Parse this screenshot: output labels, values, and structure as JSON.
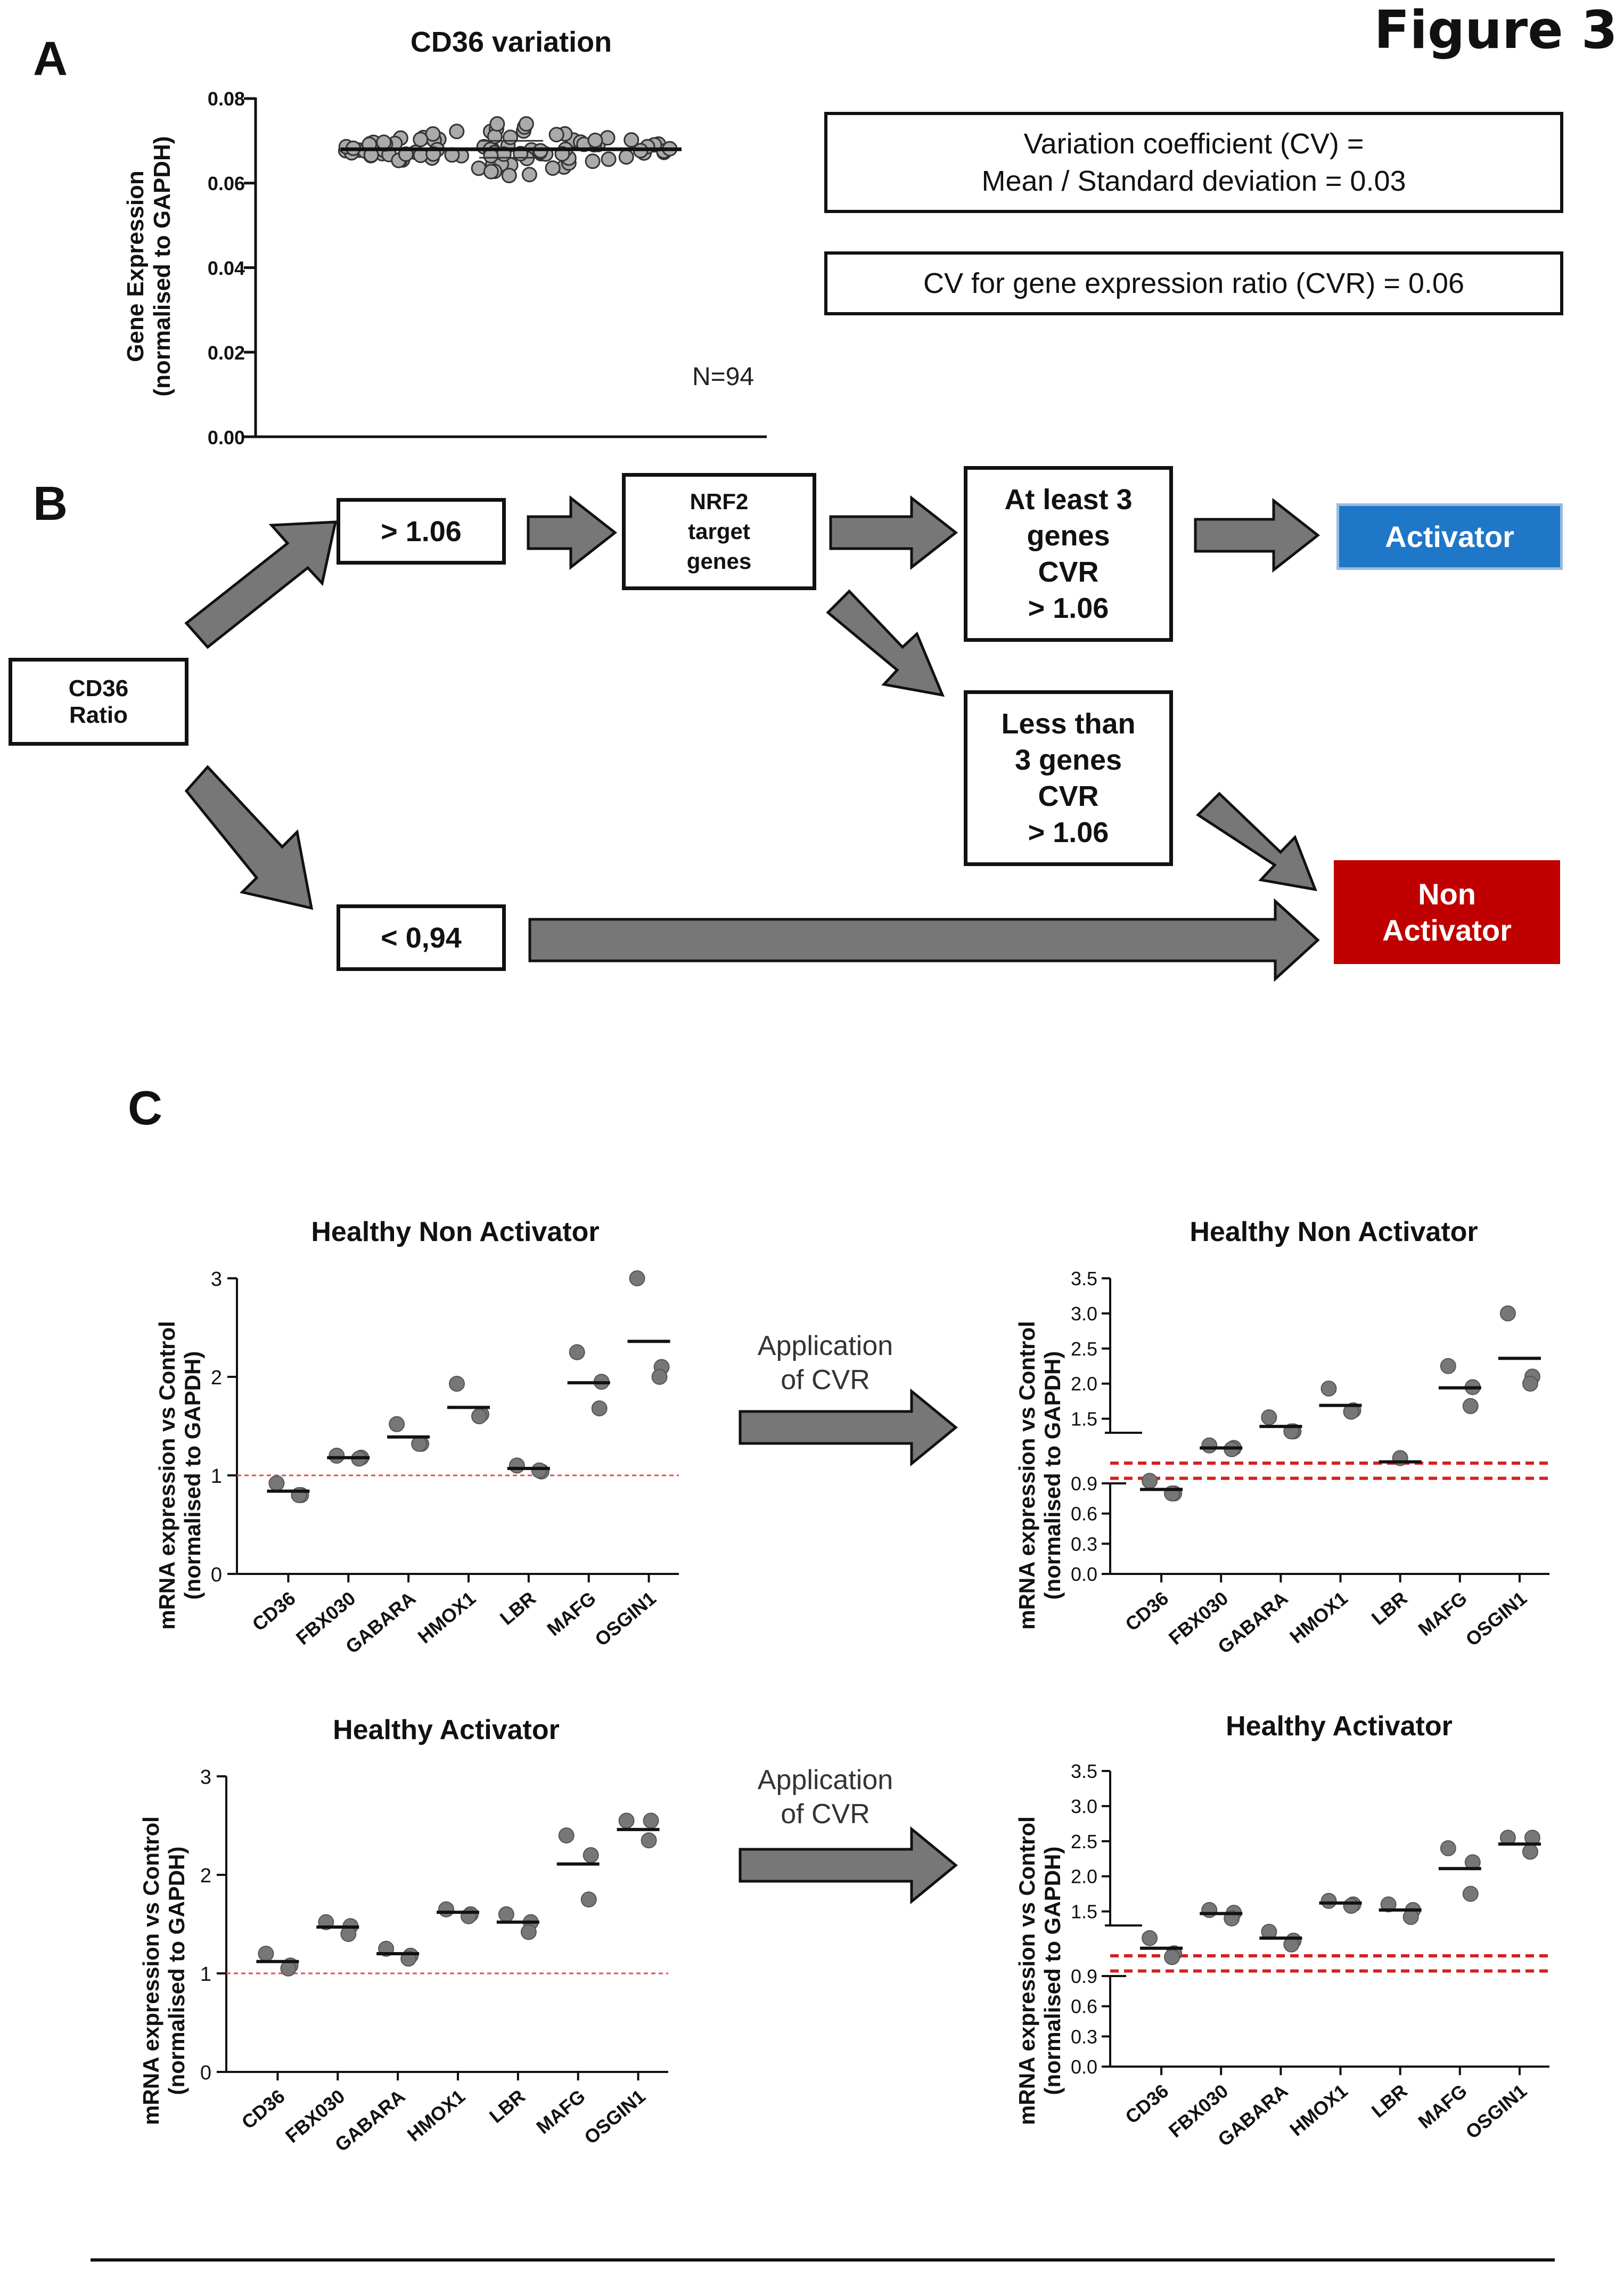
{
  "figure_label": "Figure 3",
  "panels": {
    "a": {
      "letter": "A",
      "title": "CD36 variation",
      "ylabel_line1": "Gene Expression",
      "ylabel_line2": "(normalised to GAPDH)",
      "yticks": [
        "0.08",
        "0.06",
        "0.04",
        "0.02",
        "0.00"
      ],
      "n_label": "N=94",
      "cv_line1": "Variation coefficient (CV) =",
      "cv_line2": "Mean / Standard deviation = 0.03",
      "cvr_text": "CV for gene expression ratio (CVR) = 0.06"
    },
    "b": {
      "letter": "B",
      "cd36_line1": "CD36",
      "cd36_line2": "Ratio",
      "gt": "> 1.06",
      "lt": "< 0,94",
      "nrf2_line1": "NRF2",
      "nrf2_line2": "target",
      "nrf2_line3": "genes",
      "atleast_line1": "At least 3",
      "atleast_line2": "genes",
      "atleast_line3": "CVR",
      "atleast_line4": "> 1.06",
      "less_line1": "Less than",
      "less_line2": "3 genes",
      "less_line3": "CVR",
      "less_line4": "> 1.06",
      "activator": "Activator",
      "non_line1": "Non",
      "non_line2": "Activator",
      "activator_color": "#1f77c8",
      "non_activator_color": "#c00000"
    },
    "c": {
      "letter": "C",
      "ylabel_line1": "mRNA expression vs Control",
      "ylabel_line2": "(normalised to GAPDH)",
      "arrow_text_line1": "Application",
      "arrow_text_line2": "of  CVR"
    }
  },
  "chart_data": [
    {
      "type": "scatter",
      "title": "CD36 variation",
      "ylabel": "Gene Expression (normalised to GAPDH)",
      "ylim": [
        0,
        0.08
      ],
      "yticks": [
        0,
        0.02,
        0.04,
        0.06,
        0.08
      ],
      "mean": 0.068,
      "n": 94,
      "points_range": [
        0.06,
        0.074
      ]
    },
    {
      "type": "scatter",
      "title": "Healthy Non Activator",
      "ylabel": "mRNA expression vs Control (normalised to GAPDH)",
      "categories": [
        "CD36",
        "FBX030",
        "GABARA",
        "HMOX1",
        "LBR",
        "MAFG",
        "OSGIN1"
      ],
      "ylim": [
        0,
        3
      ],
      "yticks": [
        0,
        1,
        2,
        3
      ],
      "reference_line": 1,
      "points": [
        [
          0.92,
          0.8,
          0.8
        ],
        [
          1.2,
          1.18,
          1.17
        ],
        [
          1.52,
          1.32,
          1.32
        ],
        [
          1.93,
          1.62,
          1.6
        ],
        [
          1.1,
          1.04,
          1.05
        ],
        [
          2.25,
          1.95,
          1.68
        ],
        [
          3.0,
          2.1,
          2.0
        ]
      ],
      "means": [
        0.84,
        1.18,
        1.39,
        1.69,
        1.07,
        1.94,
        2.36
      ]
    },
    {
      "type": "scatter",
      "title": "Healthy Non Activator",
      "ylabel": "mRNA expression vs Control (normalised to GAPDH)",
      "categories": [
        "CD36",
        "FBX030",
        "GABARA",
        "HMOX1",
        "LBR",
        "MAFG",
        "OSGIN1"
      ],
      "ylim": [
        0,
        3.5
      ],
      "yticks": [
        0,
        0.3,
        0.6,
        0.9,
        1.5,
        2.0,
        2.5,
        3.0,
        3.5
      ],
      "axis_break": [
        0.9,
        1.3
      ],
      "reference_lines": [
        0.94,
        1.06
      ],
      "points": [
        [
          0.92,
          0.8,
          0.8
        ],
        [
          1.2,
          1.18,
          1.17
        ],
        [
          1.52,
          1.32,
          1.32
        ],
        [
          1.93,
          1.62,
          1.6
        ],
        [
          1.1
        ],
        [
          2.25,
          1.95,
          1.68
        ],
        [
          3.0,
          2.1,
          2.0
        ]
      ],
      "means": [
        0.84,
        1.18,
        1.39,
        1.69,
        1.07,
        1.94,
        2.36
      ]
    },
    {
      "type": "scatter",
      "title": "Healthy Activator",
      "ylabel": "mRNA expression vs Control (normalised to GAPDH)",
      "categories": [
        "CD36",
        "FBX030",
        "GABARA",
        "HMOX1",
        "LBR",
        "MAFG",
        "OSGIN1"
      ],
      "ylim": [
        0,
        3
      ],
      "yticks": [
        0,
        1,
        2,
        3
      ],
      "reference_line": 1,
      "points": [
        [
          1.2,
          1.08,
          1.05
        ],
        [
          1.52,
          1.48,
          1.4
        ],
        [
          1.25,
          1.18,
          1.15
        ],
        [
          1.65,
          1.6,
          1.58
        ],
        [
          1.6,
          1.52,
          1.42
        ],
        [
          2.4,
          2.2,
          1.75
        ],
        [
          2.55,
          2.55,
          2.35
        ]
      ],
      "means": [
        1.12,
        1.47,
        1.2,
        1.62,
        1.52,
        2.11,
        2.46
      ]
    },
    {
      "type": "scatter",
      "title": "Healthy Activator",
      "ylabel": "mRNA expression vs Control (normalised to GAPDH)",
      "categories": [
        "CD36",
        "FBX030",
        "GABARA",
        "HMOX1",
        "LBR",
        "MAFG",
        "OSGIN1"
      ],
      "ylim": [
        0,
        3.5
      ],
      "yticks": [
        0,
        0.3,
        0.6,
        0.9,
        1.5,
        2.0,
        2.5,
        3.0,
        3.5
      ],
      "axis_break": [
        0.9,
        1.3
      ],
      "reference_lines": [
        0.94,
        1.06
      ],
      "points": [
        [
          1.2,
          1.08,
          1.05
        ],
        [
          1.52,
          1.48,
          1.4
        ],
        [
          1.25,
          1.18,
          1.15
        ],
        [
          1.65,
          1.6,
          1.58
        ],
        [
          1.6,
          1.52,
          1.42
        ],
        [
          2.4,
          2.2,
          1.75
        ],
        [
          2.55,
          2.55,
          2.35
        ]
      ],
      "means": [
        1.12,
        1.47,
        1.2,
        1.62,
        1.52,
        2.11,
        2.46
      ]
    }
  ]
}
